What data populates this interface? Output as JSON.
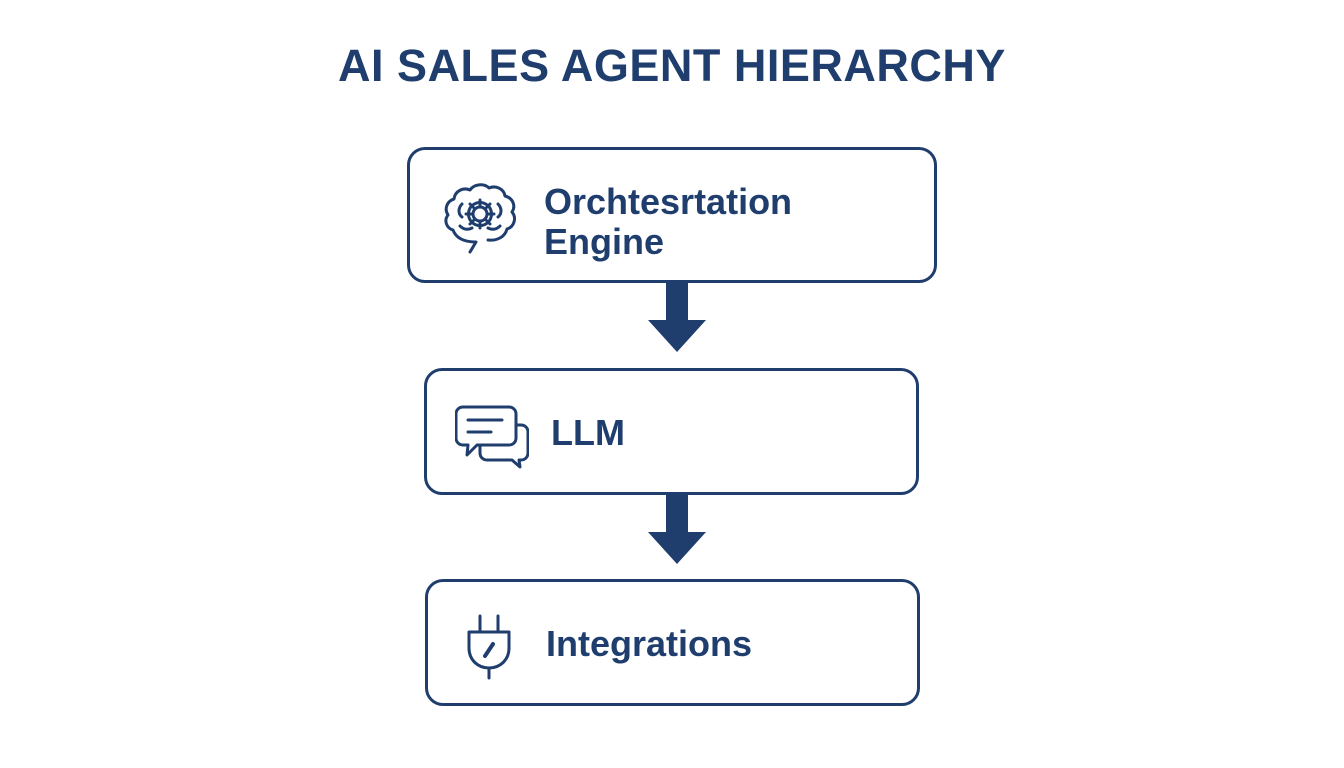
{
  "title": "AI SALES AGENT HIERARCHY",
  "colors": {
    "primary": "#1f3e6e",
    "background": "#ffffff"
  },
  "nodes": [
    {
      "label_line1": "Orchtesrtation",
      "label_line2": "Engine",
      "icon": "brain-gear-icon"
    },
    {
      "label": "LLM",
      "icon": "chat-bubbles-icon"
    },
    {
      "label": "Integrations",
      "icon": "plug-icon"
    }
  ],
  "edges": [
    {
      "from": 0,
      "to": 1,
      "style": "down-arrow"
    },
    {
      "from": 1,
      "to": 2,
      "style": "down-arrow"
    }
  ]
}
